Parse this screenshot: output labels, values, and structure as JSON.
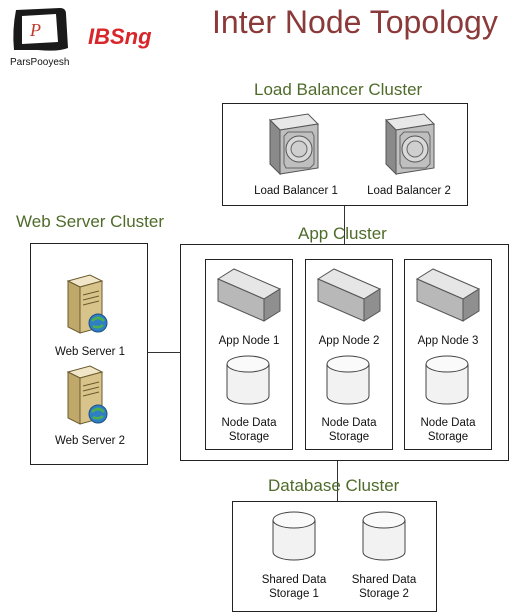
{
  "header": {
    "title": "Inter Node Topology",
    "logo_pars_text": "ParsPooyesh",
    "logo_ibs_text": "IBSng"
  },
  "load_balancer_cluster": {
    "title": "Load Balancer Cluster",
    "nodes": [
      "Load Balancer 1",
      "Load Balancer 2"
    ]
  },
  "web_server_cluster": {
    "title": "Web Server Cluster",
    "nodes": [
      "Web Server 1",
      "Web Server 2"
    ]
  },
  "app_cluster": {
    "title": "App Cluster",
    "nodes": [
      {
        "name": "App Node 1",
        "storage": "Node Data Storage"
      },
      {
        "name": "App Node 2",
        "storage": "Node Data Storage"
      },
      {
        "name": "App Node 3",
        "storage": "Node Data Storage"
      }
    ]
  },
  "database_cluster": {
    "title": "Database Cluster",
    "nodes": [
      "Shared Data Storage 1",
      "Shared Data Storage 2"
    ]
  },
  "colors": {
    "title": "#8b3a3a",
    "cluster_title": "#4f6b2a",
    "ibs_red": "#d8262b"
  }
}
